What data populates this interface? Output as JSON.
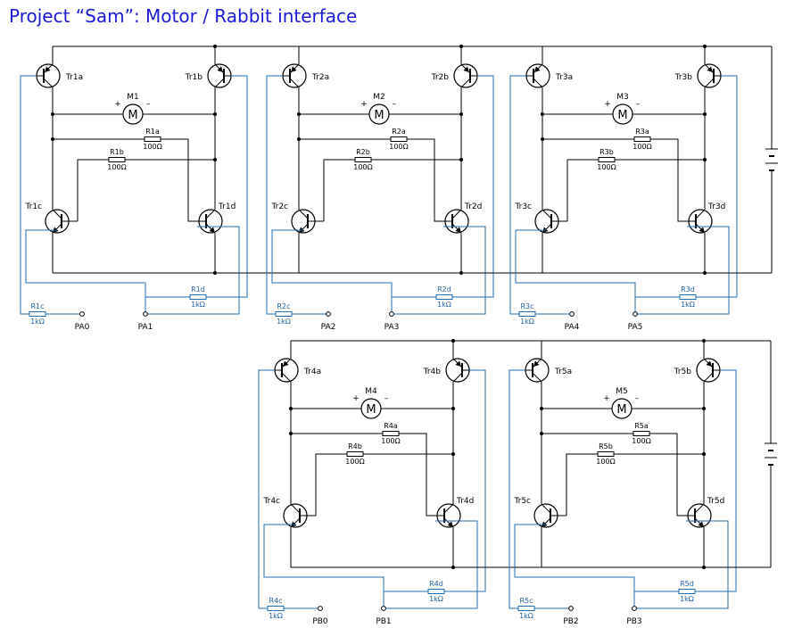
{
  "title": "Project “Sam”: Motor / Rabbit interface",
  "colors": {
    "title": "#1a1ad8",
    "wire": "#000000",
    "control": "#1f6fb5",
    "control_text": "#1f5f9e"
  },
  "drivers": [
    {
      "id": "1",
      "motor": "M1",
      "q": [
        "Tr1a",
        "Tr1b",
        "Tr1c",
        "Tr1d"
      ],
      "ra": "R1a",
      "rb": "R1b",
      "rc": "R1c",
      "rd": "R1d",
      "pa": "PA0",
      "pb": "PA1"
    },
    {
      "id": "2",
      "motor": "M2",
      "q": [
        "Tr2a",
        "Tr2b",
        "Tr2c",
        "Tr2d"
      ],
      "ra": "R2a",
      "rb": "R2b",
      "rc": "R2c",
      "rd": "R2d",
      "pa": "PA2",
      "pb": "PA3"
    },
    {
      "id": "3",
      "motor": "M3",
      "q": [
        "Tr3a",
        "Tr3b",
        "Tr3c",
        "Tr3d"
      ],
      "ra": "R3a",
      "rb": "R3b",
      "rc": "R3c",
      "rd": "R3d",
      "pa": "PA4",
      "pb": "PA5"
    },
    {
      "id": "4",
      "motor": "M4",
      "q": [
        "Tr4a",
        "Tr4b",
        "Tr4c",
        "Tr4d"
      ],
      "ra": "R4a",
      "rb": "R4b",
      "rc": "R4c",
      "rd": "R4d",
      "pa": "PB0",
      "pb": "PB1"
    },
    {
      "id": "5",
      "motor": "M5",
      "q": [
        "Tr5a",
        "Tr5b",
        "Tr5c",
        "Tr5d"
      ],
      "ra": "R5a",
      "rb": "R5b",
      "rc": "R5c",
      "rd": "R5d",
      "pa": "PB2",
      "pb": "PB3"
    }
  ],
  "values": {
    "r_base": "100Ω",
    "r_ctrl": "1kΩ",
    "motor_symbol": "M",
    "plus": "+",
    "minus": "–"
  }
}
